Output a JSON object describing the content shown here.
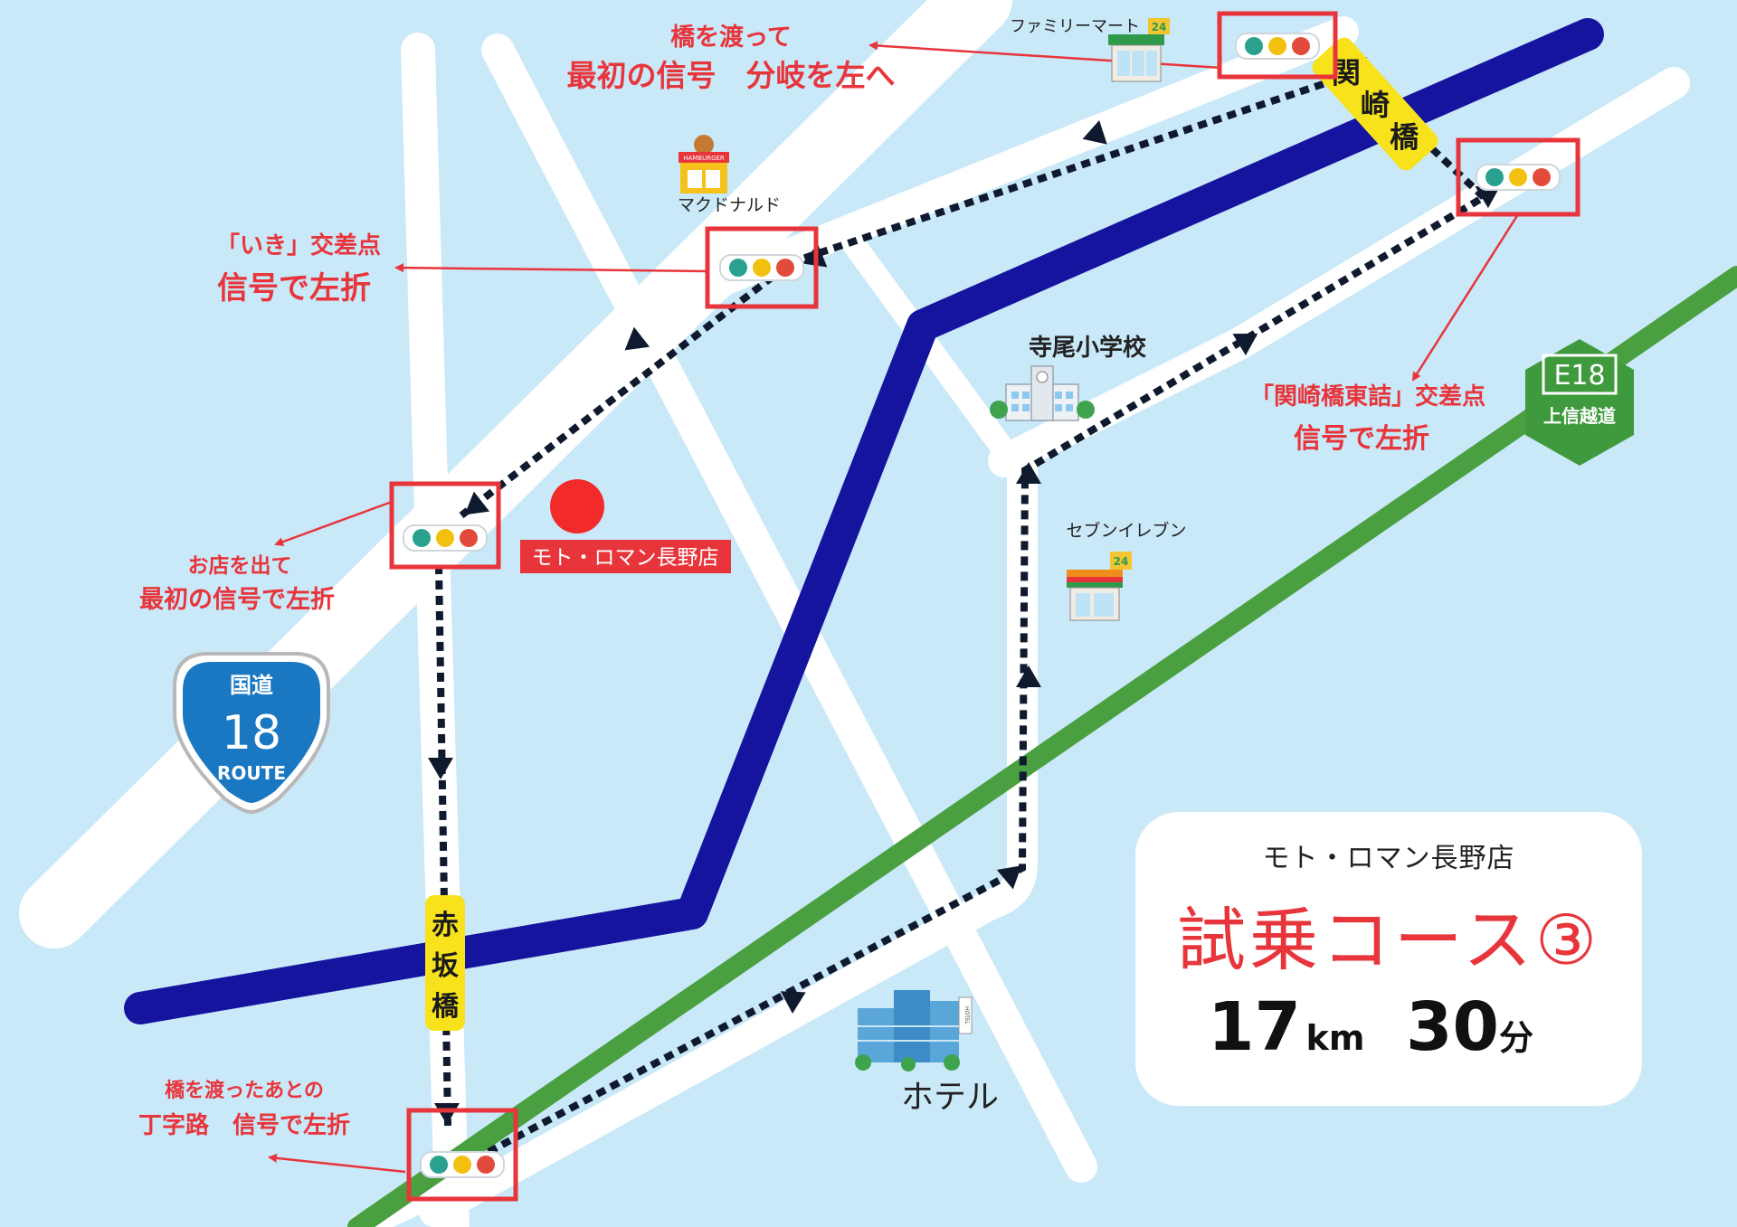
{
  "shop_marker_label": "モト・ロマン長野店",
  "route_badges": {
    "national_route": {
      "top": "国道",
      "number": "18",
      "bottom": "ROUTE"
    },
    "expressway": {
      "code": "E18",
      "name": "上信越道"
    }
  },
  "bridges": {
    "sekizaki": [
      "関",
      "崎",
      "橋"
    ],
    "akasaka": [
      "赤",
      "坂",
      "橋"
    ]
  },
  "landmarks": {
    "familymart": "ファミリーマート",
    "mcdonalds": "マクドナルド",
    "hamburger_sign": "HAMBURGER",
    "school": "寺尾小学校",
    "seven_eleven": "セブンイレブン",
    "hotel": "ホテル",
    "hotel_sign": "HOTEL",
    "store_24": "24"
  },
  "directions": {
    "after_bridge_first_signal": {
      "line1": "橋を渡って",
      "line2": "最初の信号　分岐を左へ"
    },
    "iki_intersection": {
      "line1": "「いき」交差点",
      "line2": "信号で左折"
    },
    "leave_shop": {
      "line1": "お店を出て",
      "line2": "最初の信号で左折"
    },
    "sekizaki_east": {
      "line1": "「関崎橋東詰」交差点",
      "line2": "信号で左折"
    },
    "t_junction": {
      "line1": "橋を渡ったあとの",
      "line2": "丁字路　信号で左折"
    }
  },
  "info": {
    "shop": "モト・ロマン長野店",
    "title": "試乗コース③",
    "distance_value": "17",
    "distance_unit": "km",
    "time_value": "30",
    "time_unit": "分"
  },
  "colors": {
    "background": "#c9e8f8",
    "road": "#ffffff",
    "river": "#14149e",
    "expressway": "#4aa040",
    "accent_red": "#e8353b",
    "bridge_yellow": "#f7e21c",
    "route_blue": "#1a78c2",
    "badge_green": "#3f9a3d"
  }
}
